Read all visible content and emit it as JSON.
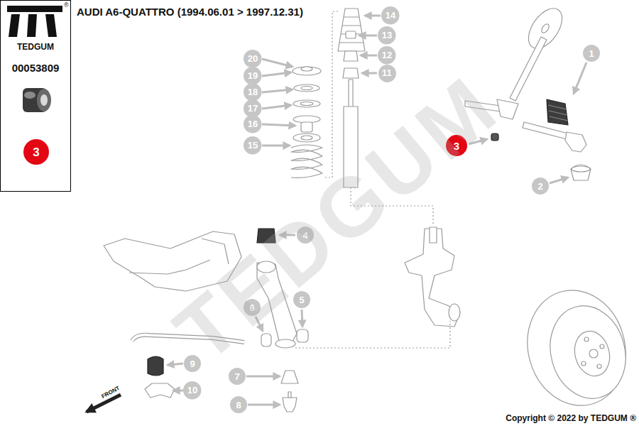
{
  "diagram": {
    "title": "AUDI A6-QUATTRO (1994.06.01 > 1997.12.31)",
    "nodes": [
      {
        "text": [
          "TEDGUM",
          "00053809"
        ]
      },
      {
        "text": [
          "3"
        ],
        "in": 0
      },
      {
        "text": [
          "1"
        ]
      },
      {
        "text": [
          "2"
        ]
      },
      {
        "text": [
          "3"
        ]
      },
      {
        "text": [
          "4"
        ]
      },
      {
        "text": [
          "5"
        ]
      },
      {
        "text": [
          "6"
        ]
      },
      {
        "text": [
          "7"
        ]
      },
      {
        "text": [
          "8"
        ]
      },
      {
        "text": [
          "9"
        ]
      },
      {
        "text": [
          "10"
        ]
      },
      {
        "text": [
          "11"
        ]
      },
      {
        "text": [
          "12"
        ]
      },
      {
        "text": [
          "13"
        ]
      },
      {
        "text": [
          "14"
        ]
      },
      {
        "text": [
          "15"
        ]
      },
      {
        "text": [
          "16"
        ]
      },
      {
        "text": [
          "17"
        ]
      },
      {
        "text": [
          "18"
        ]
      },
      {
        "text": [
          "19"
        ]
      },
      {
        "text": [
          "20"
        ]
      }
    ],
    "labels": [
      "®",
      "FRONT",
      "TEDGUM",
      "Copyright © 2022 by TEDGUM ®"
    ]
  }
}
